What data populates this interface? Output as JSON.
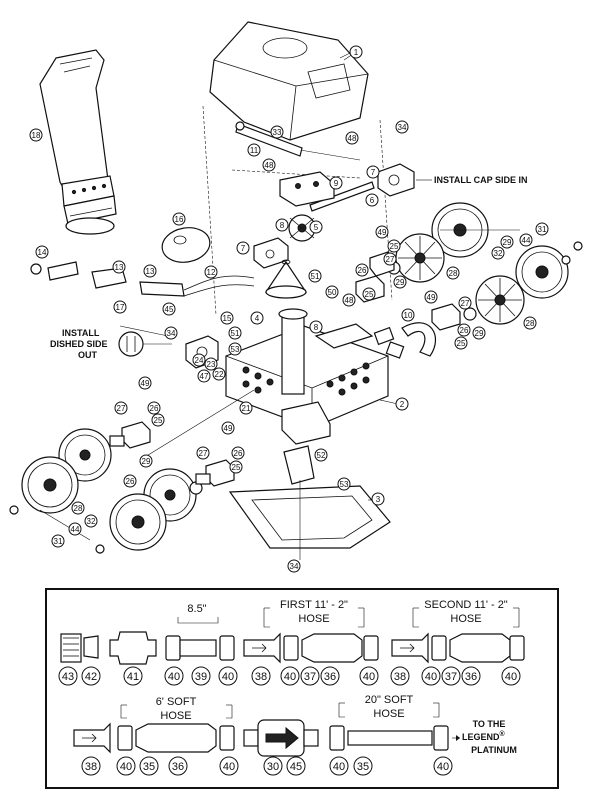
{
  "callouts": {
    "install_cap": "INSTALL CAP SIDE IN",
    "install_dished_1": "INSTALL",
    "install_dished_2": "DISHED SIDE",
    "install_dished_3": "OUT"
  },
  "exploded_part_numbers": {
    "p1": "1",
    "p2": "2",
    "p3": "3",
    "p4": "4",
    "p5": "5",
    "p6": "6",
    "p7": "7",
    "p7b": "7",
    "p8": "8",
    "p8b": "8",
    "p9": "9",
    "p10": "10",
    "p11": "11",
    "p12": "12",
    "p13": "13",
    "p13b": "13",
    "p14": "14",
    "p15": "15",
    "p16": "16",
    "p17": "17",
    "p18": "18",
    "p21": "21",
    "p22": "22",
    "p23": "23",
    "p24": "24",
    "p25a": "25",
    "p25b": "25",
    "p25c": "25",
    "p25d": "25",
    "p25e": "25",
    "p26a": "26",
    "p26b": "26",
    "p26c": "26",
    "p26d": "26",
    "p26e": "26",
    "p27a": "27",
    "p27b": "27",
    "p27c": "27",
    "p27d": "27",
    "p28a": "28",
    "p28b": "28",
    "p28c": "28",
    "p29a": "29",
    "p29b": "29",
    "p29c": "29",
    "p29d": "29",
    "p31a": "31",
    "p31b": "31",
    "p32a": "32",
    "p32b": "32",
    "p33": "33",
    "p34a": "34",
    "p34b": "34",
    "p34c": "34",
    "p44a": "44",
    "p44b": "44",
    "p45": "45",
    "p47": "47",
    "p48a": "48",
    "p48b": "48",
    "p48c": "48",
    "p49a": "49",
    "p49b": "49",
    "p49c": "49",
    "p49d": "49",
    "p50": "50",
    "p51a": "51",
    "p51b": "51",
    "p52": "52",
    "p53a": "53",
    "p53b": "53"
  },
  "hose_legend": {
    "length_8_5": "8.5\"",
    "first_hose_1": "FIRST 11' - 2\"",
    "first_hose_2": "HOSE",
    "second_hose_1": "SECOND 11' - 2\"",
    "second_hose_2": "HOSE",
    "soft6_1": "6' SOFT",
    "soft6_2": "HOSE",
    "soft20_1": "20\" SOFT",
    "soft20_2": "HOSE",
    "to_the": "TO THE",
    "legend": "LEGEND",
    "reg_mark": "®",
    "platinum": "PLATINUM",
    "row1_numbers": [
      "43",
      "42",
      "41",
      "40",
      "39",
      "40",
      "38",
      "40",
      "37",
      "36",
      "40",
      "38",
      "40",
      "37",
      "36",
      "40"
    ],
    "row2_numbers": [
      "38",
      "40",
      "35",
      "36",
      "40",
      "30",
      "45",
      "40",
      "35",
      "40"
    ]
  }
}
